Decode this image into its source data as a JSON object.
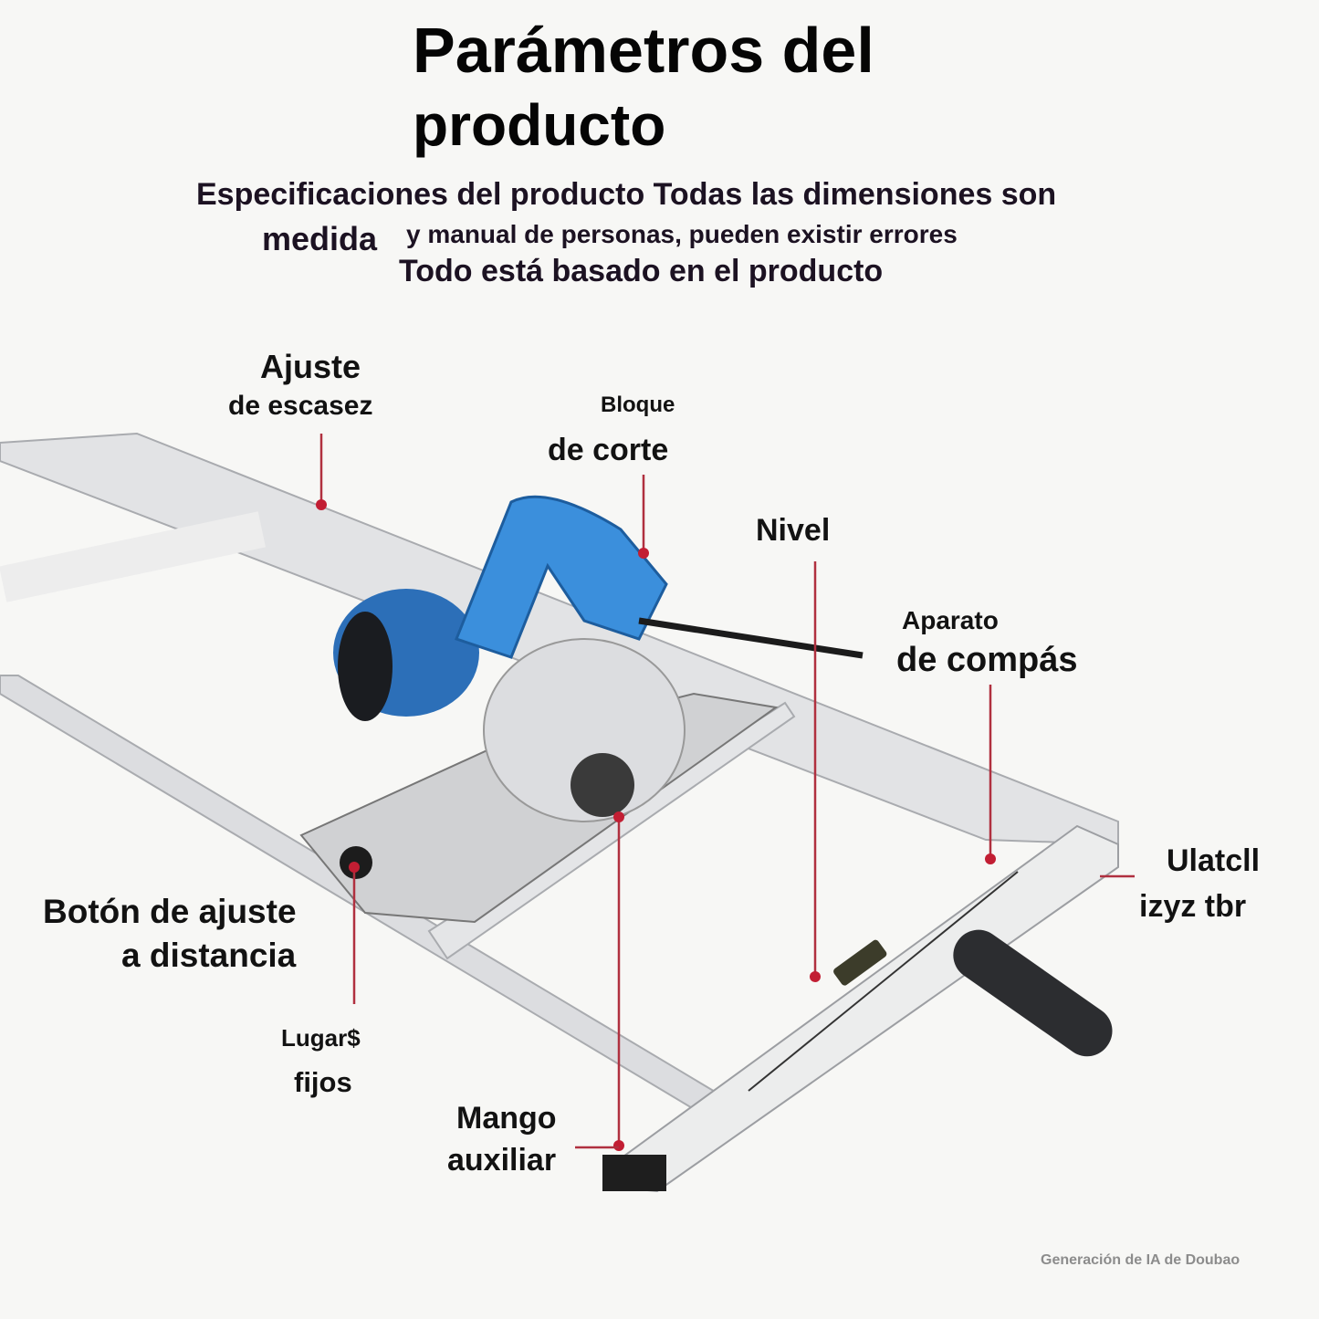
{
  "title": {
    "line1": "Parámetros del",
    "line2": "producto"
  },
  "subtitle": {
    "line1": "Especificaciones del producto Todas las dimensiones son",
    "line2a": "medida",
    "line2b": "y manual de personas, pueden existir errores",
    "line3": "Todo está basado en el producto"
  },
  "labels": {
    "ajuste": {
      "l1": "Ajuste",
      "l2": "de escasez"
    },
    "bloque": {
      "l1": "Bloque",
      "l2": "de corte"
    },
    "nivel": {
      "l1": "Nivel"
    },
    "aparato": {
      "l1": "Aparato",
      "l2": "de compás"
    },
    "ulatcll": {
      "l1": "Ulatcll",
      "l2": "izyz tbr"
    },
    "boton": {
      "l1": "Botón de ajuste",
      "l2": "a distancia"
    },
    "lugares": {
      "l1": "Lugar$",
      "l2": "fijos"
    },
    "mango": {
      "l1": "Mango",
      "l2": "auxiliar"
    }
  },
  "watermark": "Generación de IA de Doubao",
  "colors": {
    "leader": "#b0303f",
    "saw_blue": "#2f86d6",
    "rail": "#d9dadc"
  }
}
